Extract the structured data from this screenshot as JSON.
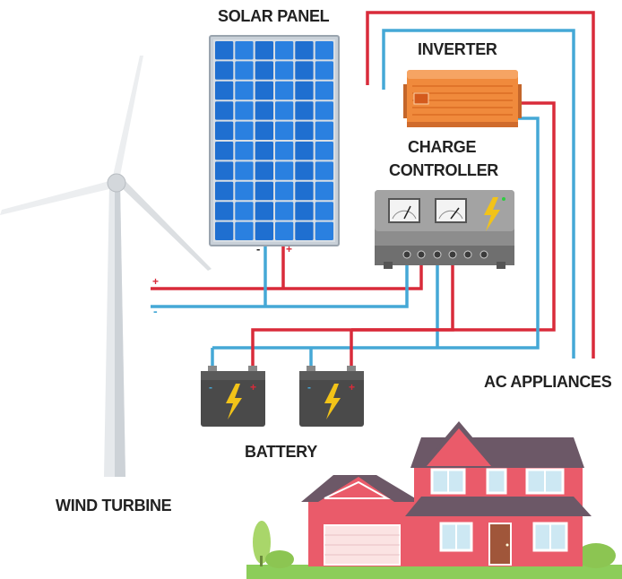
{
  "labels": {
    "solar_panel": "SOLAR PANEL",
    "inverter": "INVERTER",
    "charge_controller_line1": "CHARGE",
    "charge_controller_line2": "CONTROLLER",
    "ac_appliances": "AC APPLIANCES",
    "battery": "BATTERY",
    "wind_turbine": "WIND TURBINE"
  },
  "polarity": {
    "plus": "+",
    "minus": "-"
  },
  "colors": {
    "positive_wire": "#d92b3a",
    "negative_wire": "#45a8d6",
    "solar_cell": "#1f6fd0",
    "inverter_body": "#f08a3c",
    "controller_body": "#8d8d8d",
    "battery_body": "#4a4a4a",
    "house_wall": "#ea5b6a",
    "roof": "#6c5867"
  }
}
